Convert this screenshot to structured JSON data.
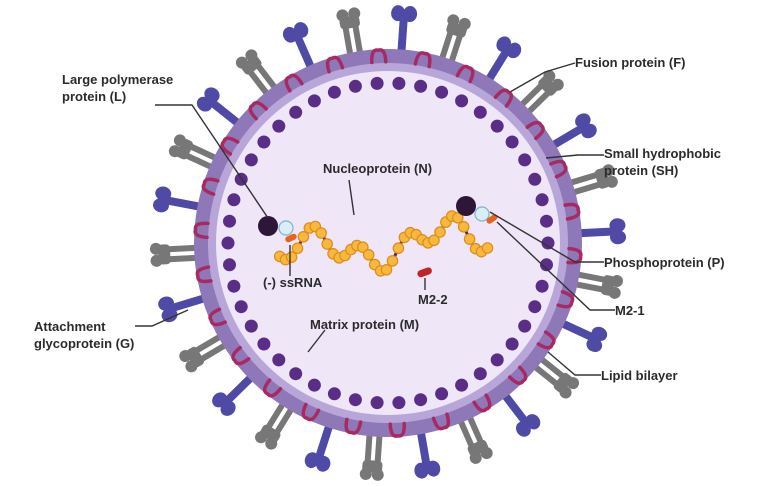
{
  "labels": {
    "large_polymerase": "Large polymerase\nprotein (L)",
    "fusion_protein": "Fusion protein (F)",
    "small_hydrophobic": "Small hydrophobic\nprotein (SH)",
    "nucleoprotein": "Nucleoprotein (N)",
    "ssrna": "(-) ssRNA",
    "phosphoprotein": "Phosphoprotein (P)",
    "m2_2": "M2-2",
    "m2_1": "M2-1",
    "attachment_glycoprotein": "Attachment\nglycoprotein (G)",
    "matrix_protein": "Matrix protein (M)",
    "lipid_bilayer": "Lipid bilayer"
  },
  "colors": {
    "interior": "#efe6f8",
    "membrane": "#8f78b8",
    "membrane_inner": "#b9a6d8",
    "matrix": "#5a2e86",
    "attachment": "#4e4aa6",
    "fusion": "#777777",
    "small_hydrophobic": "#a72a62",
    "nucleoprotein": "#f7b93c",
    "rna": "#4a2a50",
    "polymerase": "#2d1638",
    "phospho": "#d9eef8",
    "m2_1": "#e8631c",
    "m2_2": "#c02525",
    "leader": "#333333"
  }
}
